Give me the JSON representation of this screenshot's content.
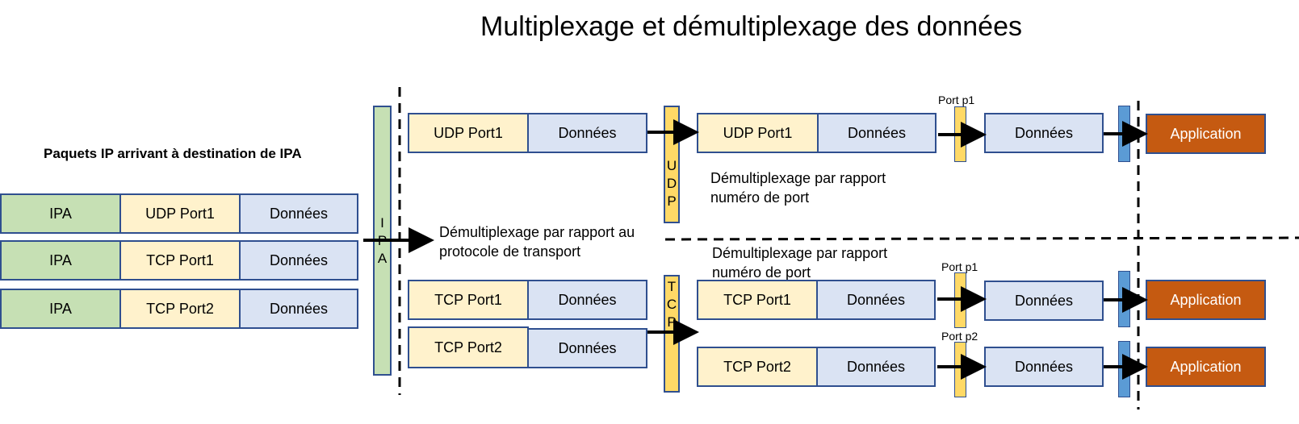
{
  "title": "Multiplexage et démultiplexage des données",
  "subtitle": "Paquets IP arrivant à destination de IPA",
  "packets": [
    {
      "ip": "IPA",
      "port": "UDP Port1",
      "data": "Données"
    },
    {
      "ip": "IPA",
      "port": "TCP Port1",
      "data": "Données"
    },
    {
      "ip": "IPA",
      "port": "TCP Port2",
      "data": "Données"
    }
  ],
  "ip_layer_letters": [
    "I",
    "P",
    "A"
  ],
  "ip_demux_note": "Démultiplexage  par rapport au\nprotocole de transport",
  "transport_segments": {
    "udp": [
      {
        "port": "UDP Port1",
        "data": "Données"
      }
    ],
    "tcp": [
      {
        "port": "TCP Port1",
        "data": "Données"
      },
      {
        "port": "TCP Port2",
        "data": "Données"
      }
    ]
  },
  "udp_letters": [
    "U",
    "D",
    "P"
  ],
  "tcp_letters": [
    "T",
    "C",
    "P"
  ],
  "udp_branch": {
    "segment": {
      "port": "UDP Port1",
      "data": "Données"
    },
    "note": "Démultiplexage  par rapport\nnuméro de port",
    "port_label": "Port p1",
    "payload": "Données",
    "app": "Application"
  },
  "tcp_branch": {
    "note": "Démultiplexage  par rapport\nnuméro de port",
    "rows": [
      {
        "port": "TCP Port1",
        "data": "Données",
        "port_label": "Port p1",
        "payload": "Données",
        "app": "Application"
      },
      {
        "port": "TCP Port2",
        "data": "Données",
        "port_label": "Port p2",
        "payload": "Données",
        "app": "Application"
      }
    ]
  },
  "colors": {
    "ip": "#c6e0b4",
    "port": "#fff2cc",
    "data": "#dae3f3",
    "protocol_bar": "#ffd966",
    "socket_bar": "#5b9bd5",
    "application": "#c55a11",
    "border": "#2f4f8f"
  }
}
